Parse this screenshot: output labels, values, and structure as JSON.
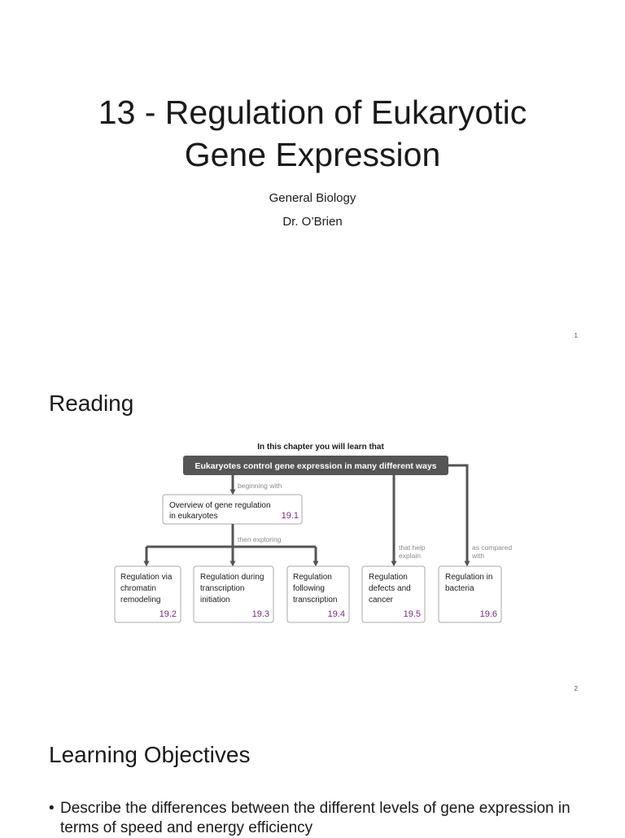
{
  "slides": [
    {
      "title_lines": [
        "13 - Regulation of Eukaryotic",
        "Gene Expression"
      ],
      "subtitle_lines": [
        "General Biology",
        "Dr. O’Brien"
      ],
      "page_number": "1"
    },
    {
      "heading": "Reading",
      "page_number": "2",
      "diagram": {
        "intro": "In this chapter you will learn that",
        "main": "Eukaryotes control gene expression in many different ways",
        "connector_beginning": "beginning with",
        "overview": {
          "lines": [
            "Overview of gene regulation",
            "in eukaryotes"
          ],
          "section": "19.1"
        },
        "connector_exploring": "then exploring",
        "connector_help": [
          "that help",
          "explain"
        ],
        "connector_compared": [
          "as compared",
          "with"
        ],
        "boxes": [
          {
            "lines": [
              "Regulation via",
              "chromatin",
              "remodeling"
            ],
            "section": "19.2"
          },
          {
            "lines": [
              "Regulation during",
              "transcription",
              "initiation"
            ],
            "section": "19.3"
          },
          {
            "lines": [
              "Regulation",
              "following",
              "transcription"
            ],
            "section": "19.4"
          },
          {
            "lines": [
              "Regulation",
              "defects and",
              "cancer"
            ],
            "section": "19.5"
          },
          {
            "lines": [
              "Regulation in",
              "bacteria"
            ],
            "section": "19.6"
          }
        ]
      }
    },
    {
      "heading": "Learning Objectives",
      "bullets": [
        "Describe the differences between the different levels of gene expression in terms of speed and energy efficiency"
      ]
    }
  ],
  "colors": {
    "text": "#1a1a1a",
    "diagram_dark": "#555555",
    "section_number": "#7b2a86",
    "connector_text": "#8a8a8a",
    "box_border": "#a8a8a8"
  }
}
